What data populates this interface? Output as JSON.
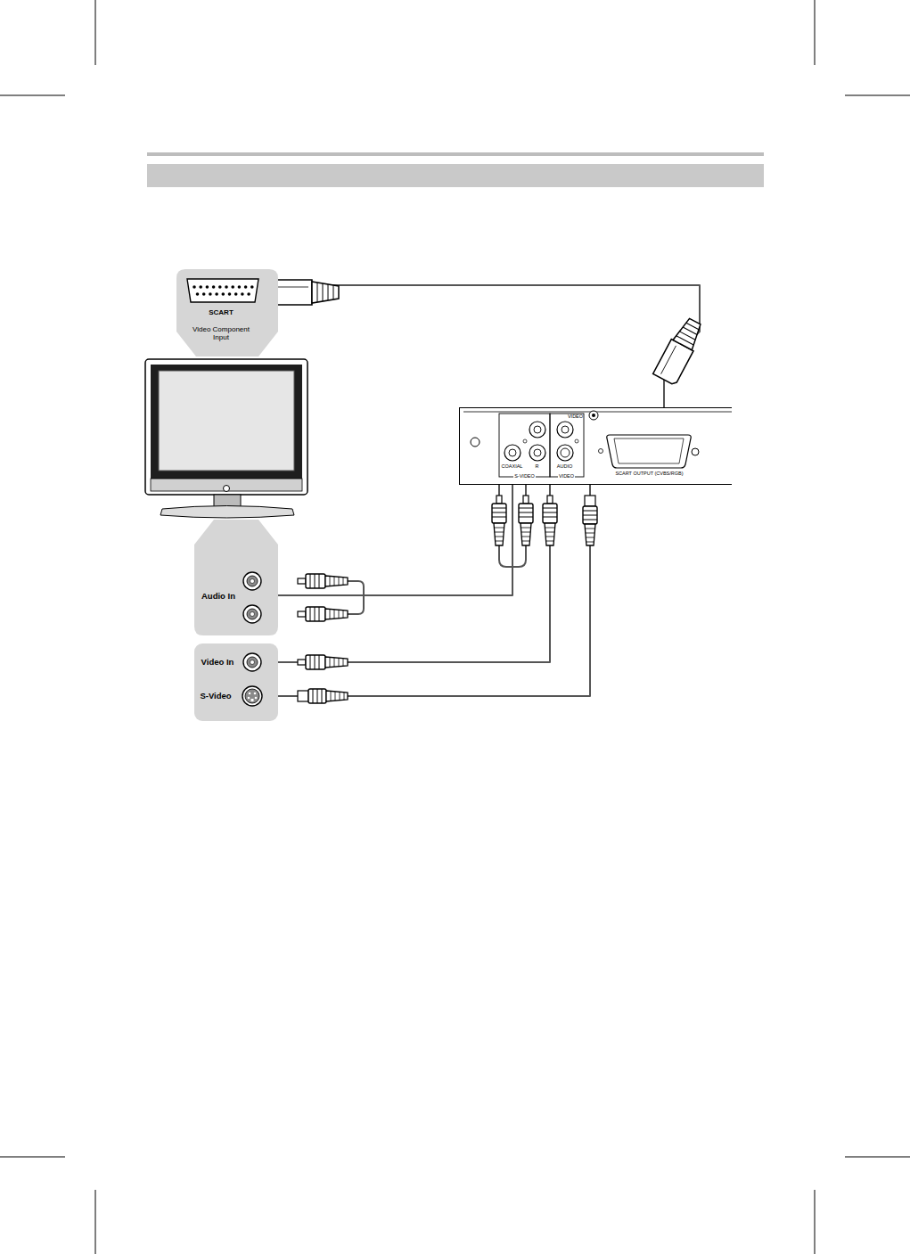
{
  "diagram": {
    "nodes": [
      {
        "text": [
          "SCART",
          "Video Component Input"
        ]
      },
      {
        "text": [
          "Audio In"
        ]
      },
      {
        "text": [
          "Video In",
          "S-Video"
        ]
      },
      {
        "text": [
          "VIDEO",
          "COAXIAL",
          "R",
          "AUDIO",
          "S-VIDEO",
          "VIDEO",
          "SCART OUTPUT (CVBS/RGB)"
        ]
      }
    ],
    "edges": [
      {
        "from": 0,
        "to": 3,
        "arrow": "none"
      },
      {
        "from": 1,
        "to": 3,
        "arrow": "none"
      },
      {
        "from": 2,
        "to": 3,
        "arrow": "none"
      },
      {
        "from": 2,
        "to": 3,
        "arrow": "none"
      }
    ]
  }
}
